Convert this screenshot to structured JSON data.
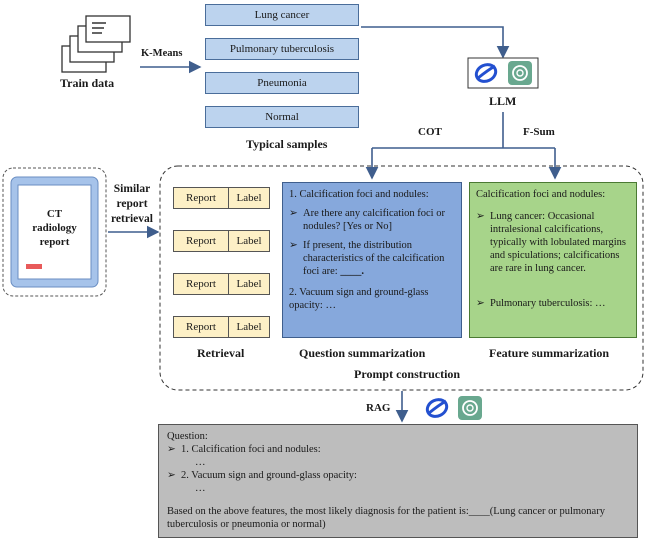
{
  "train": {
    "label": "Train data",
    "kmeans": "K-Means"
  },
  "typical_samples": {
    "items": [
      "Lung cancer",
      "Pulmonary tuberculosis",
      "Pneumonia",
      "Normal"
    ],
    "caption": "Typical samples"
  },
  "llm": {
    "label": "LLM",
    "cot": "COT",
    "fsum": "F-Sum",
    "icons": [
      "llm-logo-icon",
      "chatgpt-icon"
    ]
  },
  "ct_report": {
    "title_line1": "CT",
    "title_line2": "radiology",
    "title_line3": "report"
  },
  "similar_retrieval": {
    "line1": "Similar",
    "line2": "report",
    "line3": "retrieval"
  },
  "retrieval": {
    "rows": [
      {
        "report": "Report",
        "label": "Label"
      },
      {
        "report": "Report",
        "label": "Label"
      },
      {
        "report": "Report",
        "label": "Label"
      },
      {
        "report": "Report",
        "label": "Label"
      }
    ],
    "caption": "Retrieval"
  },
  "question_summarization": {
    "heading": "1. Calcification foci and nodules:",
    "bullet1": "Are there any calcification foci or nodules? [Yes or No]",
    "bullet2_a": "If present, the distribution characteristics of the calcification foci are:",
    "bullet2_blank": "____.",
    "item2": "2. Vacuum sign and ground-glass opacity: …",
    "caption": "Question summarization"
  },
  "feature_summarization": {
    "heading": "Calcification foci and nodules:",
    "bullet1": "Lung cancer: Occasional intralesional calcifications, typically with lobulated margins and spiculations; calcifications are rare in lung cancer.",
    "bullet2": "Pulmonary tuberculosis: …",
    "caption": "Feature summarization"
  },
  "prompt_construction": "Prompt construction",
  "rag": "RAG",
  "final_prompt": {
    "question": "Question:",
    "item1": "1. Calcification foci and nodules:",
    "ellipsis1": "…",
    "item2": "2. Vacuum sign and ground-glass opacity:",
    "ellipsis2": "…",
    "conclusion": "Based on the above features, the most likely diagnosis for the patient is:____(Lung cancer or pulmonary tuberculosis or pneumonia or normal)"
  }
}
